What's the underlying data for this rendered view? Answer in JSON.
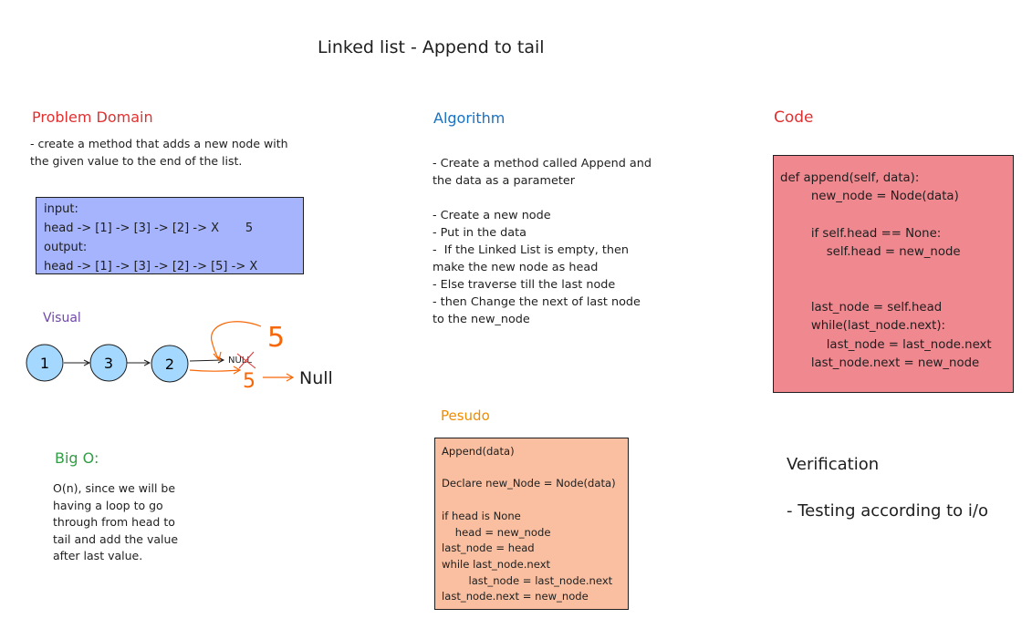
{
  "title": "Linked list - Append to tail",
  "problem": {
    "heading": "Problem Domain",
    "text": "- create a method that adds a new node with\nthe given value to the end of the list."
  },
  "io": {
    "text": "input:\nhead -> [1] -> [3] -> [2] -> X       5\noutput:\nhead -> [1] -> [3] -> [2] -> [5] -> X"
  },
  "visual": {
    "heading": "Visual",
    "nodes": [
      "1",
      "3",
      "2"
    ],
    "null_label": "NULL",
    "new_value_top": "5",
    "new_value_arrow": "5",
    "null_word": "Null"
  },
  "algorithm": {
    "heading": "Algorithm",
    "text": "- Create a method called Append and\nthe data as a parameter\n\n- Create a new node\n- Put in the data\n-  If the Linked List is empty, then\nmake the new node as head\n- Else traverse till the last node\n- then Change the next of last node\nto the new_node"
  },
  "code": {
    "heading": "Code",
    "text": "def append(self, data):\n        new_node = Node(data)\n\n        if self.head == None:\n            self.head = new_node\n\n\n        last_node = self.head\n        while(last_node.next):\n            last_node = last_node.next\n        last_node.next = new_node"
  },
  "pseudo": {
    "heading": "Pesudo",
    "text": "Append(data)\n\nDeclare new_Node = Node(data)\n\nif head is None\n    head = new_node\nlast_node = head\nwhile last_node.next\n        last_node = last_node.next\nlast_node.next = new_node"
  },
  "bigo": {
    "heading": "Big O:",
    "text": "O(n), since we will be\nhaving a loop to go\nthrough from head to\ntail and add the value\nafter last value."
  },
  "verification": {
    "heading": "Verification",
    "text": "- Testing according to i/o"
  },
  "colors": {
    "node_fill": "#a5d8ff",
    "orange": "#f76707",
    "red_cross": "#e03131"
  }
}
